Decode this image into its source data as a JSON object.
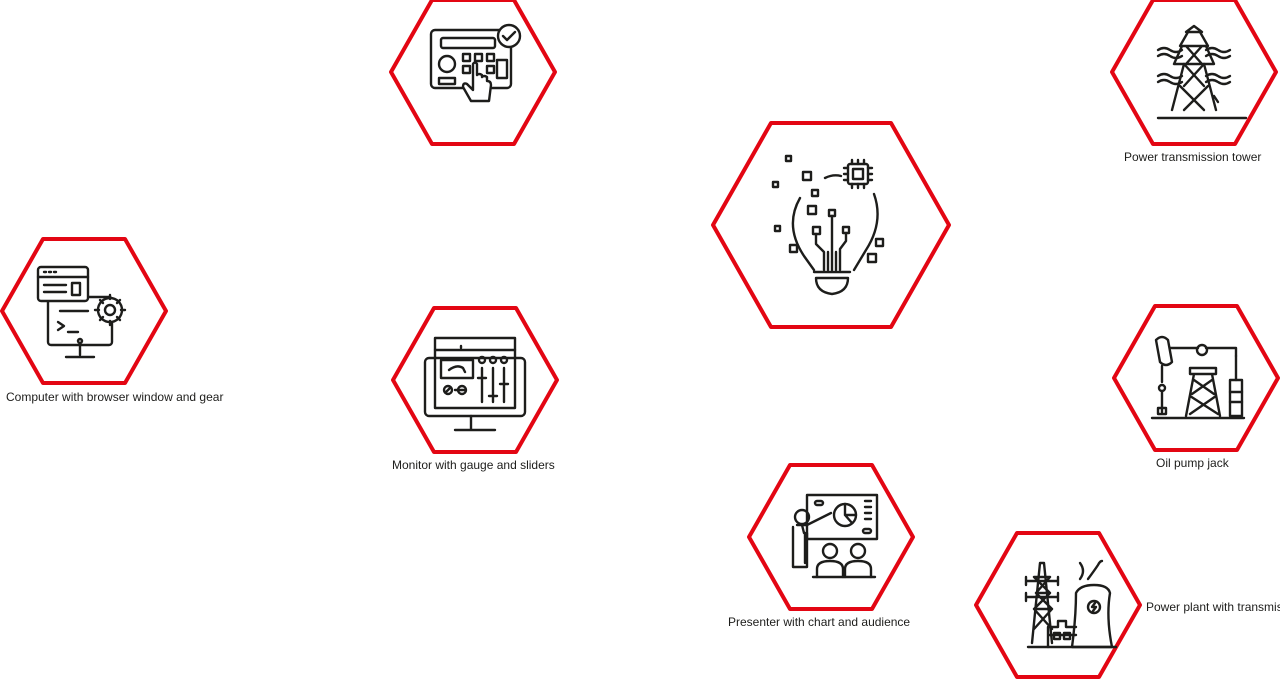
{
  "page": {
    "description": "Hexagon icon collage",
    "frame_color": "#e30613",
    "icon_color": "#1d1d1b",
    "background": "#ffffff"
  },
  "hexagons": [
    {
      "id": "keypad",
      "icon": "keypad-touch-check-icon"
    },
    {
      "id": "bulb",
      "icon": "lightbulb-circuit-chip-icon"
    },
    {
      "id": "computer",
      "icon": "computer-settings-gear-icon",
      "label": "Computer with browser window and gear"
    },
    {
      "id": "control",
      "icon": "control-panel-monitor-icon",
      "label": "Monitor with gauge and sliders"
    },
    {
      "id": "tower",
      "icon": "power-transmission-tower-icon",
      "label": "Power transmission tower"
    },
    {
      "id": "oil",
      "icon": "oil-pump-jack-icon",
      "label": "Oil pump jack"
    },
    {
      "id": "presentation",
      "icon": "presentation-audience-icon",
      "label": "Presenter with chart and audience"
    },
    {
      "id": "plant",
      "icon": "power-plant-tower-icon",
      "label": "Power plant with transmission tower"
    }
  ]
}
